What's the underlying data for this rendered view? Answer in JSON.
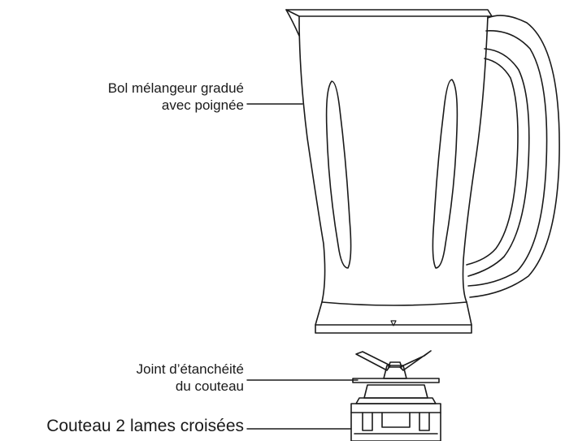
{
  "labels": {
    "bowl_line1": "Bol mélangeur gradué",
    "bowl_line2": "avec poignée",
    "joint_line1": "Joint d’étanchéité",
    "joint_line2": "du couteau",
    "blade": "Couteau 2 lames croisées"
  },
  "colors": {
    "ink": "#1a1a1a",
    "background": "#ffffff"
  }
}
